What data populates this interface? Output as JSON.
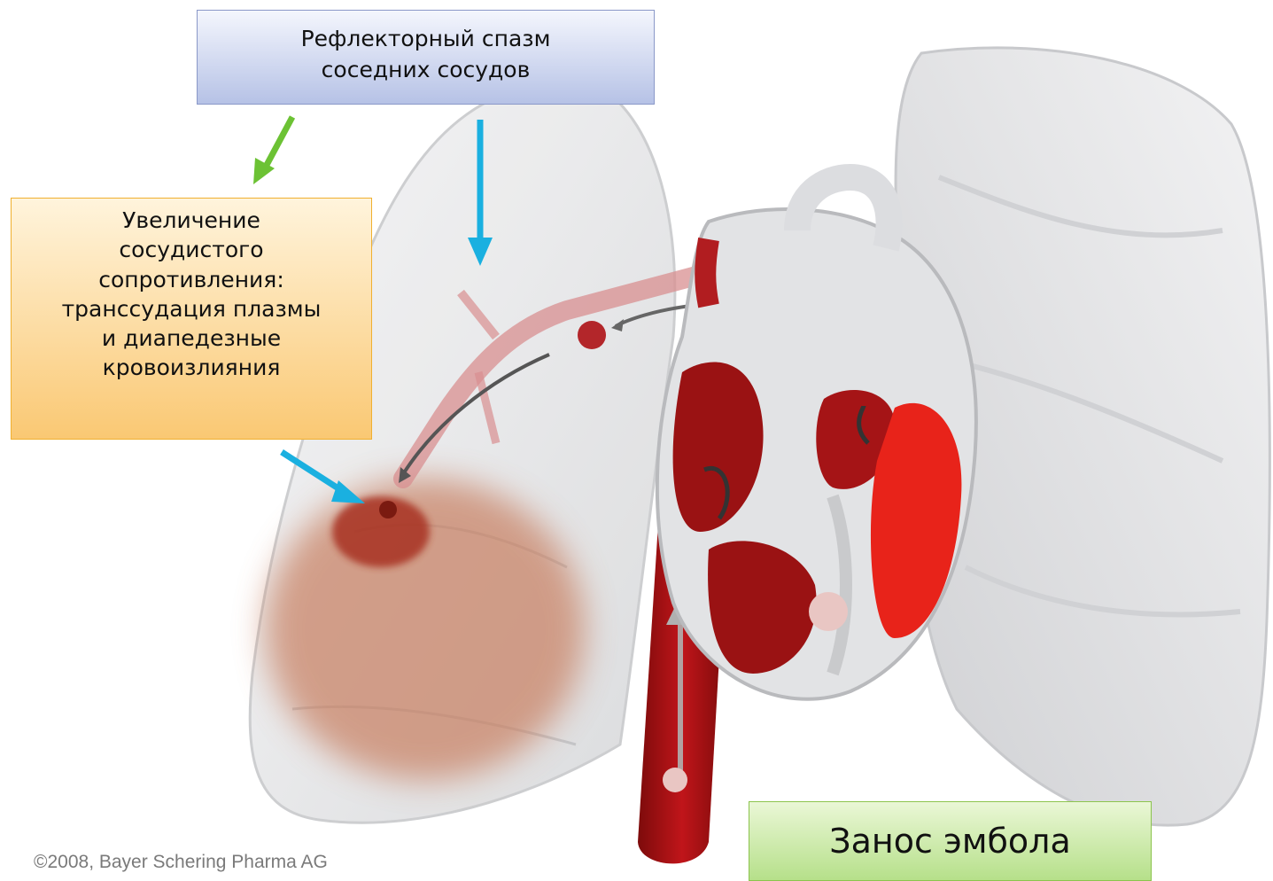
{
  "callouts": {
    "spasm": {
      "line1": "Рефлекторный спазм",
      "line2": "соседних сосудов"
    },
    "resistance": {
      "line1": "Увеличение",
      "line2": "сосудистого",
      "line3": "сопротивления:",
      "line4": "транссудация плазмы",
      "line5": "и диапедезные",
      "line6": "кровоизлияния"
    },
    "embolus": {
      "label": "Занос эмбола"
    }
  },
  "copyright": "©2008, Bayer Schering Pharma AG",
  "colors": {
    "arrow_blue": "#1ab0e0",
    "arrow_green": "#6cc234",
    "blood_dark": "#8e0f10",
    "blood_bright": "#e8231a",
    "lung_grey": "#e6e7e8",
    "infarct": "#c98468"
  }
}
